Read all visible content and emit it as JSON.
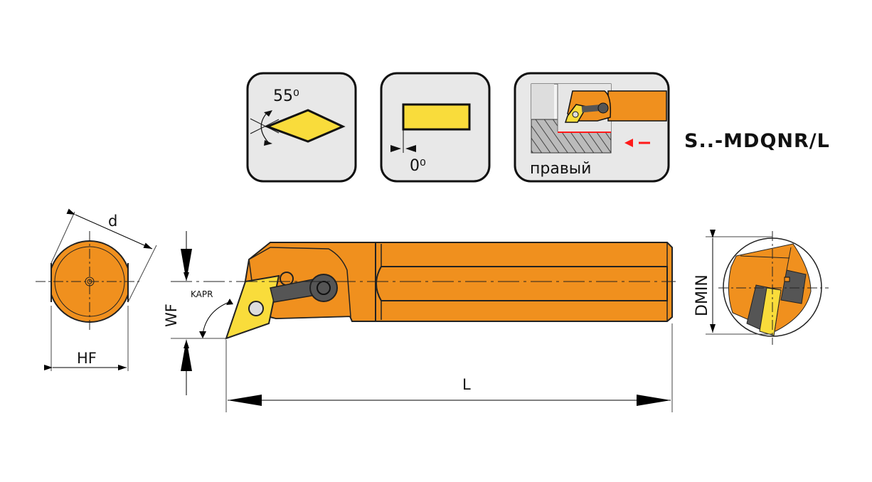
{
  "title": "S..-MDQNR/L",
  "icons": {
    "insert_angle": "55⁰",
    "clearance_angle": "0⁰",
    "hand": "правый"
  },
  "dimensions": {
    "d": "d",
    "hf": "HF",
    "wf": "WF",
    "kapr": "KAPR",
    "l": "L",
    "dmin": "DMIN"
  },
  "colors": {
    "body": "#f0901e",
    "insert": "#f9dc3b",
    "clamp": "#555555",
    "icon_bg": "#e8e8e8",
    "cut_line": "#ff1a1a"
  }
}
